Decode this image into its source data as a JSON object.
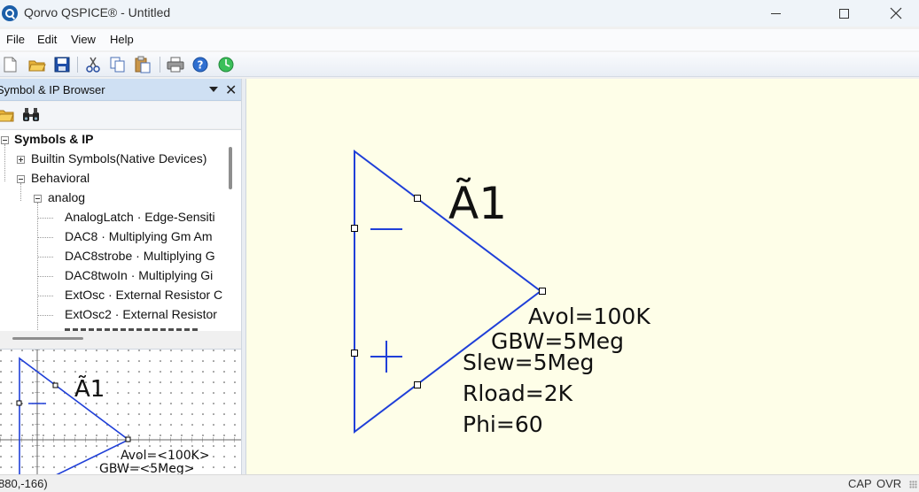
{
  "window": {
    "title": "Qorvo QSPICE® - Untitled"
  },
  "menu": [
    "File",
    "Edit",
    "View",
    "Help"
  ],
  "toolbar": {
    "icons": [
      "new-file-icon",
      "open-folder-icon",
      "save-icon",
      "cut-icon",
      "copy-icon",
      "paste-icon",
      "print-icon",
      "help-icon",
      "update-icon"
    ]
  },
  "panel": {
    "title": "Symbol & IP Browser",
    "tree": [
      {
        "label": "Symbols & IP",
        "expander": "minus",
        "bold": true
      },
      {
        "label": "Builtin Symbols(Native Devices)",
        "expander": "plus"
      },
      {
        "label": "Behavioral",
        "expander": "minus"
      },
      {
        "label": "analog",
        "expander": "minus"
      },
      {
        "label": "AnalogLatch · Edge-Sensiti"
      },
      {
        "label": "DAC8 · Multiplying Gm Am"
      },
      {
        "label": "DAC8strobe · Multiplying G"
      },
      {
        "label": "DAC8twoIn · Multiplying Gi"
      },
      {
        "label": "ExtOsc · External Resistor C"
      },
      {
        "label": "ExtOsc2 · External Resistor"
      }
    ]
  },
  "preview": {
    "refdes": "Ã1",
    "params": [
      "Avol=<100K>",
      "GBW=<5Meg>"
    ]
  },
  "schematic": {
    "refdes": "Ã1",
    "params": [
      "Avol=100K",
      "GBW=5Meg",
      "Slew=5Meg",
      "Rload=2K",
      "Phi=60"
    ],
    "wire_color": "#1f3fd8",
    "background_color": "#fefee8"
  },
  "status": {
    "coords": "880,-166)",
    "cap": "CAP",
    "ovr": "OVR"
  }
}
